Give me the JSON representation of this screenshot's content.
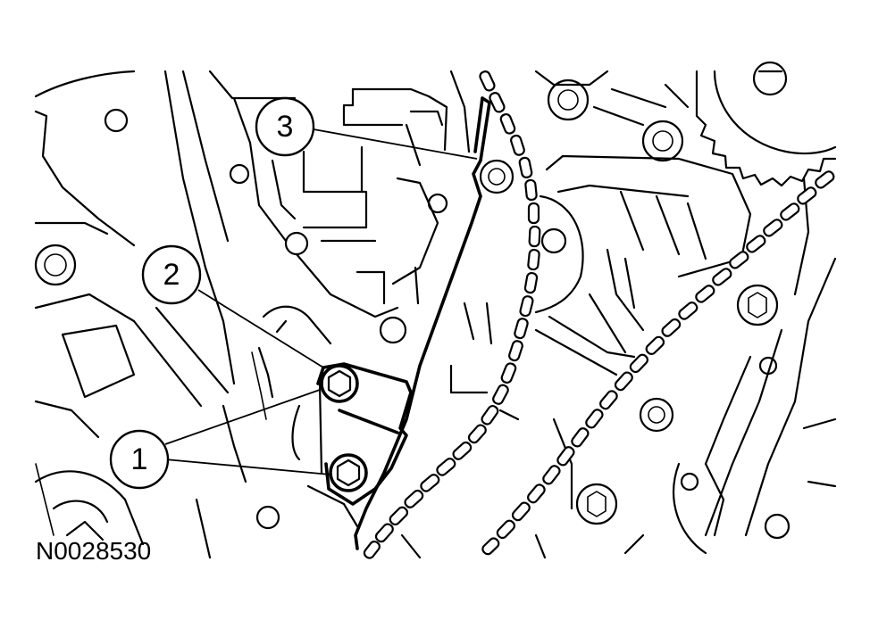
{
  "figure_id": "N0028530",
  "callouts": [
    {
      "label": "1"
    },
    {
      "label": "2"
    },
    {
      "label": "3"
    }
  ]
}
